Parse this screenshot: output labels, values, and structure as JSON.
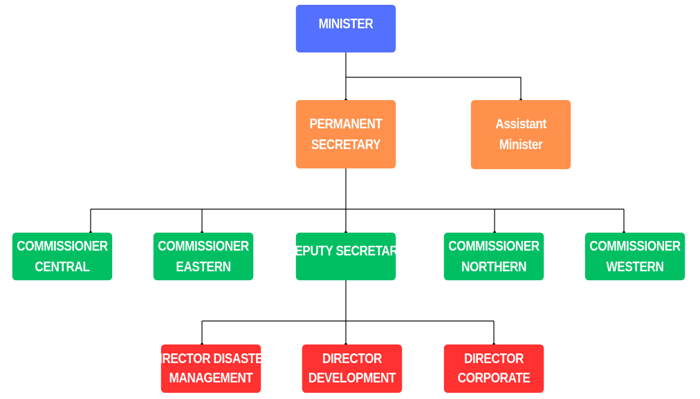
{
  "colors": {
    "level_1": "#5470ff",
    "level_2": "#ff914d",
    "level_3": "#00bf63",
    "level_4": "#ff3131",
    "connector": "#000000"
  },
  "nodes": {
    "minister": {
      "lines": [
        "MINISTER"
      ]
    },
    "permanent_secretary": {
      "lines": [
        "PERMANENT",
        "SECRETARY"
      ]
    },
    "assistant_minister": {
      "lines": [
        "Assistant",
        "Minister"
      ]
    },
    "commissioner_central": {
      "lines": [
        "COMMISSIONER",
        "CENTRAL"
      ]
    },
    "commissioner_eastern": {
      "lines": [
        "COMMISSIONER",
        "EASTERN"
      ]
    },
    "deputy_secretary": {
      "lines": [
        "DEPUTY SECRETARY"
      ]
    },
    "commissioner_northern": {
      "lines": [
        "COMMISSIONER",
        "NORTHERN"
      ]
    },
    "commissioner_western": {
      "lines": [
        "COMMISSIONER",
        "WESTERN"
      ]
    },
    "director_disaster_management": {
      "lines": [
        "DIRECTOR DISASTER",
        "MANAGEMENT"
      ]
    },
    "director_development": {
      "lines": [
        "DIRECTOR",
        "DEVELOPMENT"
      ]
    },
    "director_corporate": {
      "lines": [
        "DIRECTOR",
        "CORPORATE"
      ]
    }
  }
}
